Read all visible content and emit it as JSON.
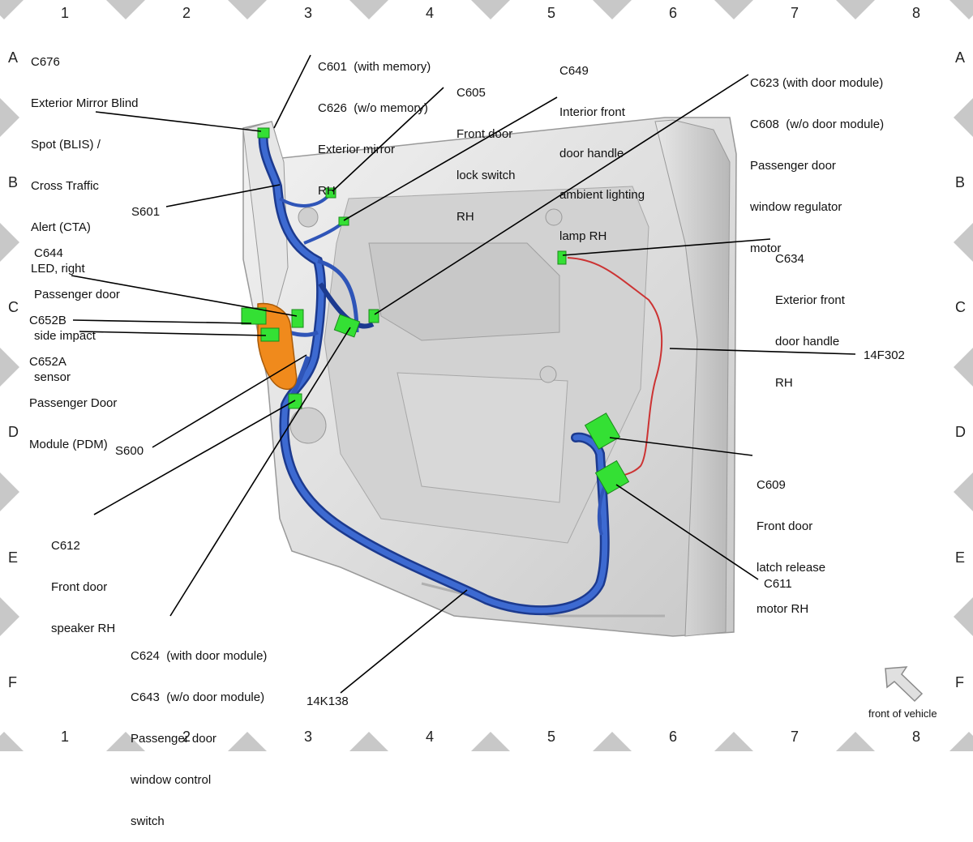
{
  "grid": {
    "columns": [
      "1",
      "2",
      "3",
      "4",
      "5",
      "6",
      "7",
      "8"
    ],
    "rows": [
      "A",
      "B",
      "C",
      "D",
      "E",
      "F"
    ]
  },
  "callouts": {
    "c676": [
      "C676",
      "Exterior Mirror Blind",
      "Spot (BLIS) /",
      "Cross Traffic",
      "Alert (CTA)",
      "LED, right"
    ],
    "c601": [
      "C601  (with memory)",
      "C626  (w/o memory)",
      "Exterior mirror",
      "RH"
    ],
    "c605": [
      "C605",
      "Front door",
      "lock switch",
      "RH"
    ],
    "c649": [
      "C649",
      "Interior front",
      "door handle",
      "ambient lighting",
      "lamp RH"
    ],
    "c623": [
      "C623 (with door module)",
      "C608  (w/o door module)",
      "Passenger door",
      "window regulator",
      "motor"
    ],
    "s601": "S601",
    "c644": [
      "C644",
      "Passenger door",
      "side impact",
      "sensor"
    ],
    "c634": [
      "C634",
      "Exterior front",
      "door handle",
      "RH"
    ],
    "c652b": "C652B",
    "c652a": [
      "C652A",
      "Passenger Door",
      "Module (PDM)"
    ],
    "f302": "14F302",
    "s600": "S600",
    "c609": [
      "C609",
      "Front door",
      "latch release",
      "motor RH"
    ],
    "c612": [
      "C612",
      "Front door",
      "speaker RH"
    ],
    "c611": "C611",
    "c624": [
      "C624  (with door module)",
      "C643  (w/o door module)",
      "Passenger door",
      "window control",
      "switch"
    ],
    "k138": "14K138",
    "front": "front of vehicle"
  },
  "colors": {
    "harness_blue": "#2f55b8",
    "harness_red": "#cc3333",
    "connector_green": "#34e034",
    "module_orange": "#f08a1c",
    "door_panel": "#dcdcdc",
    "border_diamond": "#c8c8c8"
  }
}
